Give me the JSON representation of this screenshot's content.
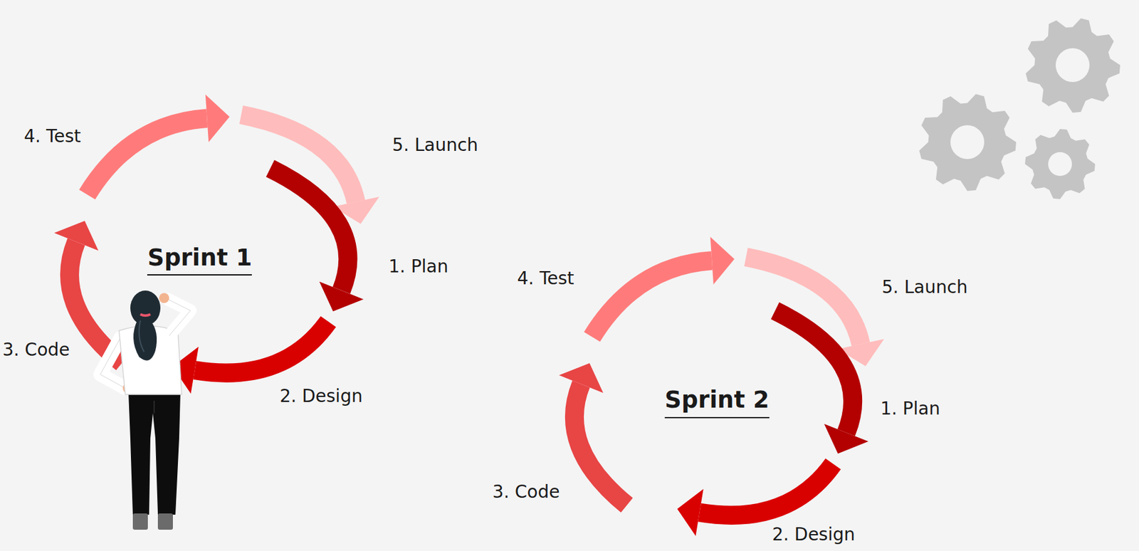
{
  "diagram": {
    "labels": [
      "4. Test",
      "5. Launch",
      "Sprint 1",
      "1. Plan",
      "3. Code",
      "2. Design",
      "4. Test",
      "5. Launch",
      "Sprint 2",
      "1. Plan",
      "3. Code",
      "2. Design"
    ]
  }
}
